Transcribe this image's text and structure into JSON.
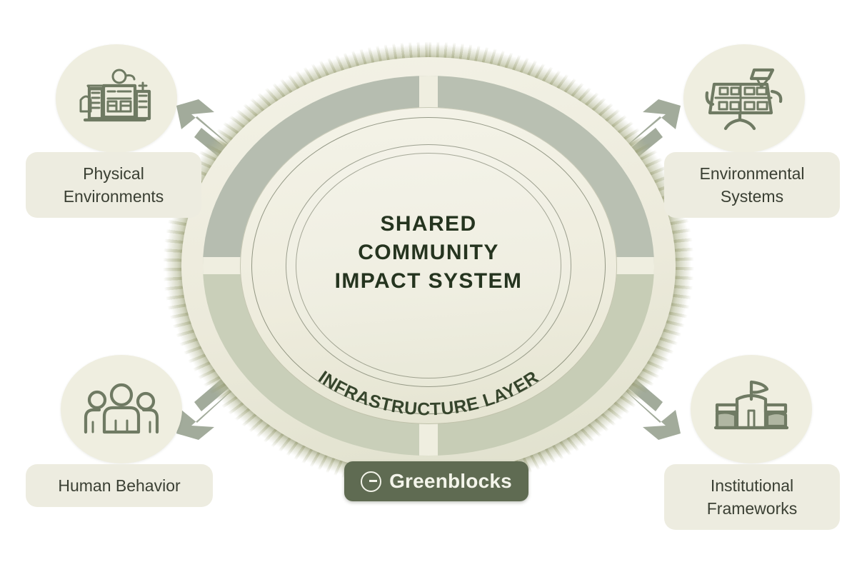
{
  "diagram": {
    "center": {
      "lines": [
        "SHARED",
        "COMMUNITY",
        "IMPACT SYSTEM"
      ],
      "ring_label": "INFRASTRUCTURE LAYER"
    },
    "nodes": [
      {
        "id": "physical-environments",
        "label_lines": [
          "Physical",
          "Environments"
        ],
        "icon": "cityscape-buildings-icon",
        "position": "top-left"
      },
      {
        "id": "environmental-systems",
        "label_lines": [
          "Environmental",
          "Systems"
        ],
        "icon": "solar-panel-icon",
        "position": "top-right"
      },
      {
        "id": "human-behavior",
        "label_lines": [
          "Human Behavior"
        ],
        "icon": "people-group-icon",
        "position": "bottom-left"
      },
      {
        "id": "institutional-frameworks",
        "label_lines": [
          "Institutional",
          "Frameworks"
        ],
        "icon": "government-building-icon",
        "position": "bottom-right"
      }
    ],
    "brand": {
      "name": "Greenblocks",
      "mark": "circled-g-logo"
    },
    "colors": {
      "cream": "#efeee0",
      "ring_sage_dark": "#b6bdb0",
      "ring_sage_light": "#c9cfb9",
      "text_dark_green": "#25341f",
      "label_text": "#3a3f33",
      "brand_green": "#5f6b52",
      "arrow_sage": "#9aa492"
    }
  }
}
